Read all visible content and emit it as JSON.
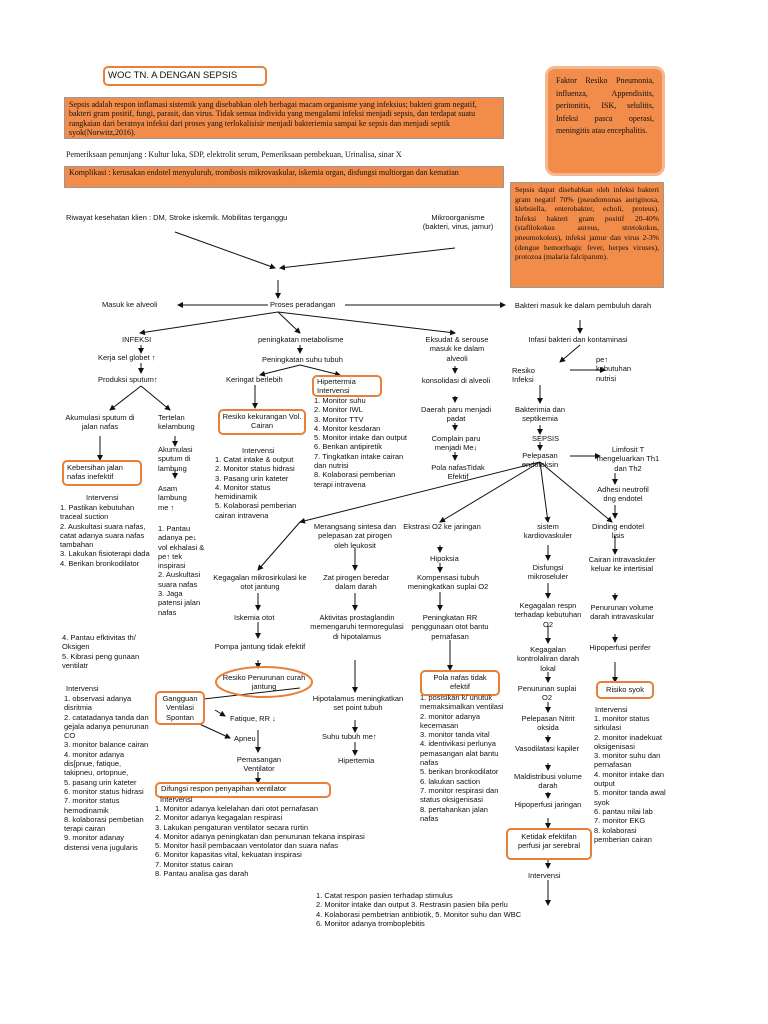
{
  "title": "WOC TN.  A DENGAN SEPSIS",
  "definition": "Sepsis adalah respon inflamasi sistemik yang disebabkan oleh berbagai macam organisme yang infeksius; bakteri gram negatif, bakteri gram positif, fungi, parasit, dan virus. Tidak semua individu yang mengalami infeksi menjadi sepsis, dan terdapat suatu rangkaian dari beratnya infeksi dari proses yang terlokalisisir menjadi bakteriemia sampai ke sepsis dan menjadi septik syok(Norwitz,2016).",
  "penunjang": "Pemeriksaan penunjang : Kultur luka, SDP, elektrolit serum, Pemeriksaan pembekuan, Urinalisa, sinar X",
  "komplikasi": "Komplikasi : kerusakan endotel menyuluruh, trombosis mikrovaskular, iskemia organ, disfungsi multiorgan dan kematian",
  "faktor": "Faktor Resiko Pneumonia, influenza, Appendisitis, peritonitis, ISK, selulitis, Infeksi pasca operasi, meningitis atau encephalitis.",
  "etiologi": "Sepsis dapat disebabkan oleh infeksi bakteri gram negatif 70% (pseudomonas auriginosa, klebsiella, enterobakter, echoli, proteus). Infeksi bakteri gram positif 20-40% (stafilokokus aureus, stretokokus, pneumokokus), infeksi jamur dan virus 2-3% (dengue hemorrhagic fever, herpes viruses), protozoa (malaria falciparum).",
  "nodes": {
    "riwayat": "Riwayat kesehatan klien : DM, Stroke iskemik. Mobilitas terganggu",
    "mikro": "Mikroorganisme (bakteri, virus, jamur)",
    "masuk": "Masuk ke alveoli",
    "proses": "Proses peradangan",
    "bakteri_masuk": "Bakteri masuk ke dalam pembuluh darah",
    "infeksi": "INFEKSI",
    "kerja": "Kerja sel globet  ↑",
    "produksi": "Produksi sputum↑",
    "akumulasi": "Akumulasi sputum di jalan nafas",
    "tertelan": "Tertelan kelambung",
    "akumulasi2": "Akumulasi sputum di lambung",
    "asam": "Asam lambung me ↑",
    "kebersihan": "Kebersihan jalan nafas inefektif",
    "meningkat_met": "peningkatan metabolisme",
    "peningkatan_suhu": "Peningkatan suhu tubuh",
    "keringat": "Keringat berlebih",
    "hipertermia_box": "Hipertermia Intervensi",
    "resiko_cairan": "Resiko kekurangan Vol. Cairan",
    "eksudat": "Eksudat & serouse masuk ke dalam alveoli",
    "konsolidasi": "konsolidasi di alveoli",
    "daerah_paru": "Daerah paru menjadi padat",
    "complain": "Complain paru menjadi Me↓",
    "pola_tidak": "Pola nafasTidak Efektif",
    "infasi": "Infasi bakteri dan kontaminasi",
    "resiko_infeksi": "Resiko Infeksi",
    "pe_kebutuhan": "pe↑ kebutuhan nutrisi",
    "bakteremia": "Bakterimia dan septikemia",
    "sepsis": "SEPSIS",
    "pelepasan": "Pelepasan endotoksin",
    "limfosit": "Limfosit T mengeluarkan Th1 dan Th2",
    "adhesi": "Adhesi neutrofil dng endotel",
    "dinding": "Dinding endotel lisis",
    "cairan_intra": "Cairan intravaskuler keluar ke intertisial",
    "penurunan_vol": "Penurunan volume darah intravaskular",
    "hipoperfusi_p": "Hipoperfusi perifer",
    "risiko_syok": "Risiko syok",
    "merangsang": "Merangsang sintesa dan pelepasan zat pirogen oleh leukosit",
    "zat_pirogen": "Zat pirogen beredar dalam darah",
    "aktivitas": "Aktivitas prostaglandin memengaruhi termoregulasi di hipotalamus",
    "hipotalamus": "Hipotalamus meningkatkan set point tubuh",
    "suhu": "Suhu tubuh me↑",
    "hipertemia": "Hipertemia",
    "ekstrasi": "Ekstrasi O2 ke jaringan",
    "hipoksia": "Hipoksia",
    "kompensasi": "Kompensasi tubuh meningkatkan suplai O2",
    "peningkatan_rr": "Peningkatan RR penggunaan otot bantu pernafasan",
    "pola_box": "Pola nafas tidak efektif",
    "sistem_kardio": "sistem kardiovaskuler",
    "disfungsi": "Disfungsi mikroseluler",
    "kegagalan_respon": "Kegagalan respn terhadap kebutuhan O2",
    "kegagalan_kontrol": "Kegagalan kontrolaliran darah lokal",
    "penurunan_suplai": "Penurunan suplai O2",
    "pelepasan_nitrit": "Pelepasan Nitrit oksida",
    "vasodilatasi": "Vasodilatasi kapiler",
    "maldistribusi": "Maldistribusi volume darah",
    "hipoperfusi_j": "Hipoperfusi jaringan",
    "ketidak": "Ketidak efektifan perfusi jar serebral",
    "intervensi_k": "Intervensi",
    "kegagalan_mikro": "Kegagalan mikrosirkulasi ke otot jantung",
    "iskemia": "Iskemia otot",
    "pompa": "Pompa jantung tidak efektif",
    "resiko_penurunan": "Resiko Penurunan curah jantung",
    "gangguan": "Gangguan Ventilasi Spontan",
    "fatique": "Fatique, RR ↓",
    "apneu": "Apneu",
    "pemasangan": "Pemasangan Ventilator",
    "disfungsi_vent": "Difungsi respon penyapihan ventilator"
  },
  "lists": {
    "int_kebersihan_title": "Intervensi",
    "int_kebersihan": [
      "1. Pastikan kebutuhan traceal suction",
      "2. Auskultasi suara nafas, catat adanya suara nafas tambahan",
      "3. Lakukan fisioterapi dada",
      "4. Berikan bronkodilator"
    ],
    "int_asam": [
      "1. Pantau adanya pe↓ vol ekhalasi & pe↑ tek inspirasi",
      "2. Auskultasi suara nafas",
      "3. Jaga patensi jalan nafas"
    ],
    "int_pantau": [
      "4. Pantau efktivitas th/ Oksigen",
      "5. Kibrasi peng gunaan ventilatr"
    ],
    "int_cairan_title": "Intervensi",
    "int_cairan": [
      "1. Catat intake & output",
      "2. Monitor status hidrasi",
      "3. Pasang urin kateter",
      "4. Monitor status hemidinamik",
      "5. Kolaborasi pemberian cairan intravena"
    ],
    "int_hiper": [
      "1. Monitor suhu",
      "2. Monitor IWL",
      "3. Monitor TTV",
      "4. Monitor kesdaran",
      "5. Monitor intake dan output",
      "6. Berikan antipiretik",
      "7. Tingkatkan intake cairan dan nutrisi",
      "8. Kolaborasi pemberian terapi intravena"
    ],
    "int_curah_title": "Intervensi",
    "int_curah": [
      "1. observasi adanya disritmia",
      "2. catatadanya tanda dan gejala adanya penurunan CO",
      "3. monitor balance cairan",
      "4. monitor adanya dis[pnue, fatique, takipneu, ortopnue,",
      "5. pasang urin kateter",
      "6. monitor status hidrasi",
      "7. monitor status hemodinamik",
      "8. kolaborasi pembetian terapi cairan",
      "9. monitor adanay distensi vena jugularis"
    ],
    "int_pola": [
      "1. posisikan k/ unutuk memaksimalkan ventilasi",
      "2. monitor adanya kecemasan",
      "3. monitor tanda vital",
      "4. identivikasi perlunya pemasangan alat bantu nafas",
      "5. berikan bronkodilator",
      "6. lakukan saction",
      "7. monitor respirasi dan status oksigenisasi",
      "8. pertahankan jalan nafas"
    ],
    "int_syok_title": "Intervensi",
    "int_syok": [
      "1. monitor status sirkulasi",
      "2. monitor inadekuat oksigenisasi",
      "3. monitor suhu dan pernafasan",
      "4. monitor intake dan output",
      "5. monitor tanda awal syok",
      "6. pantau nilai lab",
      "7. monitor EKG",
      "8. kolaborasi pemberian cairan"
    ],
    "int_vent_title": "Intervensi",
    "int_vent": [
      "1. Monitor adanya kelelahan dari otot pernafasan",
      "2. Monitor adanya kegagalan respirasi",
      "3. Lakukan pengaturan ventilator secara rurtin",
      "4. Monitor adanya peningkatan dan penurunan tekana inspirasi",
      "5. Monitor hasil pembacaan ventolator dan suara nafas",
      "6. Monitor kapasitas vital, kekuatan inspirasi",
      "7. Monitor status cairan",
      "8. Pantau analisa gas darah"
    ],
    "int_serebral": [
      "1. Catat respon pasien terhadap stimulus",
      "2. Monitor intake dan output  3. Restrasin pasien bila perlu",
      "4. Kolaborasi pembetrian antibiotik, 5. Monitor suhu dan WBC",
      "6. Monitor adanya tromboplebitis"
    ]
  },
  "colors": {
    "accent": "#f28c4a",
    "box_border": "#e8803a"
  }
}
